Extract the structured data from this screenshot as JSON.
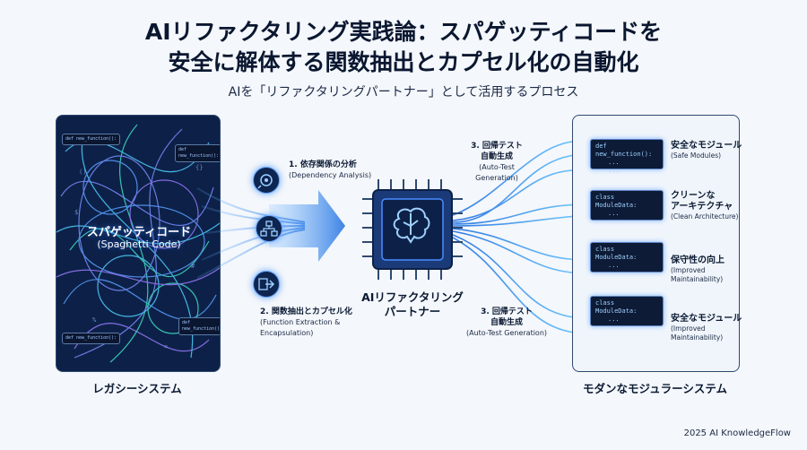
{
  "title_line1": "AIリファクタリング実践論：スパゲッティコードを",
  "title_line2": "安全に解体する関数抽出とカプセル化の自動化",
  "subtitle": "AIを「リファクタリングパートナー」として活用するプロセス",
  "legacy": {
    "label": "レガシーシステム",
    "center_label": "スパゲッティコード",
    "center_sub": "(Spaghetti Code)",
    "code_snippets": [
      "def new_function():",
      "def new_function():",
      "def new_function():",
      "def new_function():"
    ]
  },
  "steps": {
    "dependency": {
      "title": "1. 依存関係の分析",
      "sub": "(Dependency Analysis)"
    },
    "extraction": {
      "title": "2. 関数抽出とカプセル化",
      "sub1": "(Function Extraction &",
      "sub2": "Encapsulation)"
    },
    "test_top": {
      "title1": "3. 回帰テスト",
      "title2": "自動生成",
      "sub1": "(Auto-Test",
      "sub2": "Generation)"
    },
    "test_bottom": {
      "title1": "3. 回帰テスト",
      "title2": "自動生成",
      "sub": "(Auto-Test Generation)"
    }
  },
  "chip": {
    "line1": "AIリファクタリング",
    "line2": "パートナー"
  },
  "modern": {
    "label": "モダンなモジュラーシステム",
    "modules": [
      {
        "code": "def new_function():",
        "text": "安全なモジュール",
        "sub1": "(Safe Modules)",
        "sub2": ""
      },
      {
        "code": "class ModuleData:",
        "text": "クリーンな",
        "text2": "アーキテクチャ",
        "sub1": "(Clean Architecture)",
        "sub2": ""
      },
      {
        "code": "class ModuleData:",
        "text": "保守性の向上",
        "sub1": "(Improved",
        "sub2": "Maintainability)"
      },
      {
        "code": "class ModuleData:",
        "text": "安全なモジュール",
        "sub1": "(Improved",
        "sub2": "Maintainability)"
      }
    ],
    "ellipsis": "..."
  },
  "footer": "2025 AI KnowledgeFlow",
  "colors": {
    "navy": "#0d2148",
    "glow": "#5aa0ff",
    "text": "#0b1a33"
  }
}
